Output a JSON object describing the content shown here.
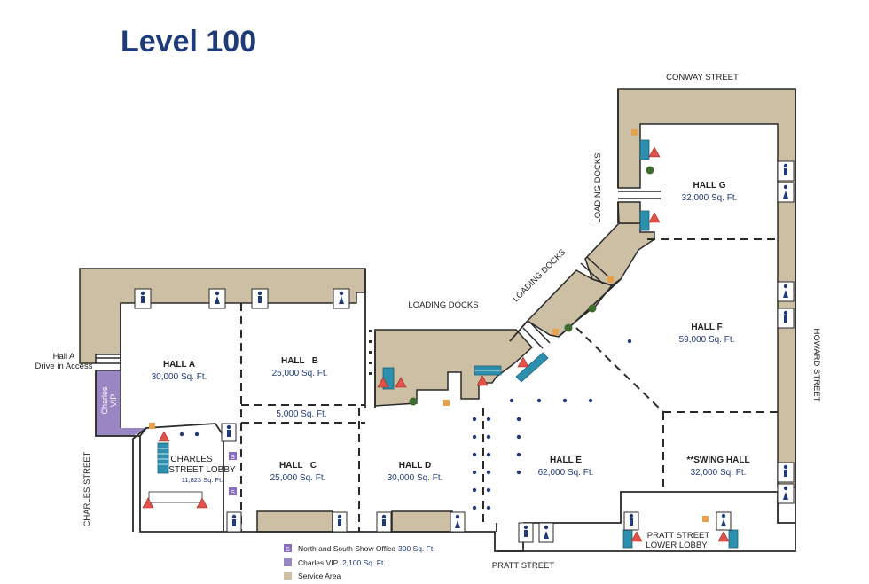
{
  "title": "Level 100",
  "colors": {
    "service_area": "#cdbfa4",
    "charles_vip": "#9b86c4",
    "outline": "#2a2a2a",
    "text_blue": "#1f3a78",
    "escalator": "#2c8fae",
    "restroom": "#1f3a78",
    "show_office": "#8a6cc0",
    "first_aid": "#3e6b2e",
    "food": "#e8a04a"
  },
  "halls": {
    "hall_a": {
      "name": "HALL A",
      "size": "30,000 Sq. Ft."
    },
    "hall_b": {
      "name": "HALL   B",
      "size": "25,000 Sq. Ft."
    },
    "hall_b_sub": {
      "size": "5,000 Sq. Ft."
    },
    "hall_c": {
      "name": "HALL   C",
      "size": "25,000 Sq. Ft."
    },
    "hall_d": {
      "name": "HALL D",
      "size": "30,000 Sq. Ft."
    },
    "hall_e": {
      "name": "HALL E",
      "size": "62,000 Sq. Ft."
    },
    "hall_f": {
      "name": "HALL F",
      "size": "59,000 Sq. Ft."
    },
    "hall_g": {
      "name": "HALL G",
      "size": "32,000 Sq. Ft."
    },
    "swing_hall": {
      "name": "**SWING HALL",
      "size": "32,000 Sq. Ft."
    },
    "charles_lobby": {
      "name_line1": "CHARLES",
      "name_line2": "STREET LOBBY",
      "size": "11,823 Sq. Ft."
    },
    "pratt_lobby": {
      "name_line1": "PRATT STREET",
      "name_line2": "LOWER LOBBY"
    }
  },
  "labels": {
    "loading_docks_1": "LOADING DOCKS",
    "loading_docks_2": "LOADING DOCKS",
    "loading_docks_3": "LOADING DOCKS",
    "hall_a_access_1": "Hall A",
    "hall_a_access_2": "Drive in Access",
    "charles_vip_1": "Charles",
    "charles_vip_2": "VIP"
  },
  "streets": {
    "conway": "CONWAY STREET",
    "howard": "HOWARD STREET",
    "pratt": "PRATT STREET",
    "charles": "CHARLES STREET"
  },
  "legend": {
    "show_office_icon": "S",
    "show_office_label": "North and South Show Office",
    "show_office_size": "300 Sq. Ft.",
    "vip_label": "Charles VIP",
    "vip_size": "2,100 Sq. Ft.",
    "service_label": "Service Area"
  }
}
